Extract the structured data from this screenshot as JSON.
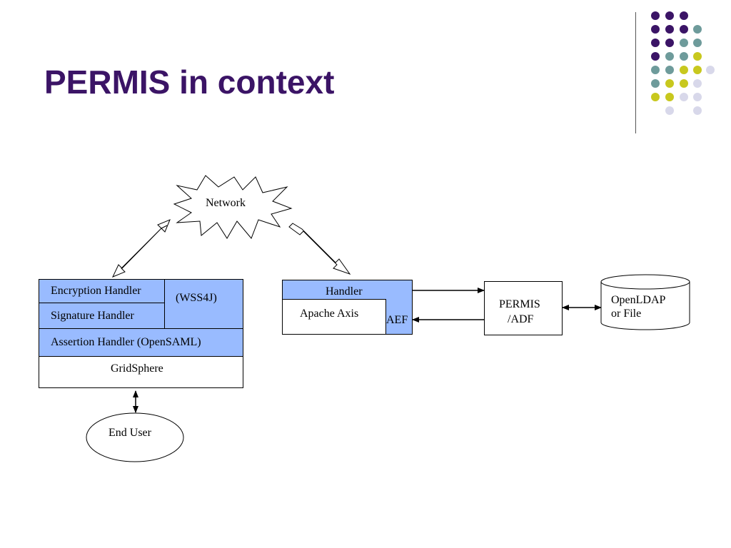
{
  "title": "PERMIS in context",
  "colors": {
    "title": "#3b1466",
    "purple_dot": "#3b1466",
    "teal_dot": "#6e9b9b",
    "yellow_dot": "#c8c81e",
    "lavender_dot": "#d8d8ea",
    "handler_fill": "#99bbff"
  },
  "diagram": {
    "network": "Network",
    "client": {
      "encryption_handler": "Encryption Handler",
      "signature_handler": "Signature Handler",
      "wss4j": "(WSS4J)",
      "assertion_handler": "Assertion Handler (OpenSAML)",
      "gridsphere": "GridSphere"
    },
    "end_user": "End User",
    "server": {
      "handler": "Handler",
      "apache_axis": "Apache Axis",
      "aef": "AEF"
    },
    "permis_adf_line1": "PERMIS",
    "permis_adf_line2": "/ADF",
    "store_line1": "OpenLDAP",
    "store_line2": "or File"
  }
}
